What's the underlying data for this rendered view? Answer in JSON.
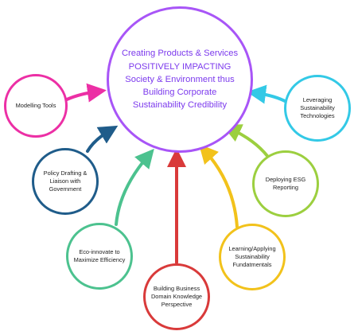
{
  "center": {
    "lines": [
      "Creating Products & Services",
      "POSITIVELY IMPACTING",
      "Society & Environment thus",
      "Building Corporate",
      "Sustainability Credibility"
    ],
    "color": "#a855f7"
  },
  "nodes": [
    {
      "id": "modelling-tools",
      "lines": [
        "Modelling Tools"
      ],
      "color": "#ec2fa5"
    },
    {
      "id": "policy-drafting",
      "lines": [
        "Policy Drafting &",
        "Liaison with",
        "Government"
      ],
      "color": "#1f5c8a"
    },
    {
      "id": "eco-innovate",
      "lines": [
        "Eco-innovate to",
        "Maximize Efficiency"
      ],
      "color": "#4cc28f"
    },
    {
      "id": "building-business",
      "lines": [
        "Building Business",
        "Domain Knowledge",
        "Perspective"
      ],
      "color": "#d93a3a"
    },
    {
      "id": "learning-applying",
      "lines": [
        "Learning/Applying",
        "Sustainability",
        "Fundatmentals"
      ],
      "color": "#f2c21b"
    },
    {
      "id": "deploying-esg",
      "lines": [
        "Deploying ESG",
        "Reporting"
      ],
      "color": "#9ccf3f"
    },
    {
      "id": "leveraging-tech",
      "lines": [
        "Leveraging",
        "Sustainability",
        "Technologies"
      ],
      "color": "#33c9e6"
    }
  ]
}
